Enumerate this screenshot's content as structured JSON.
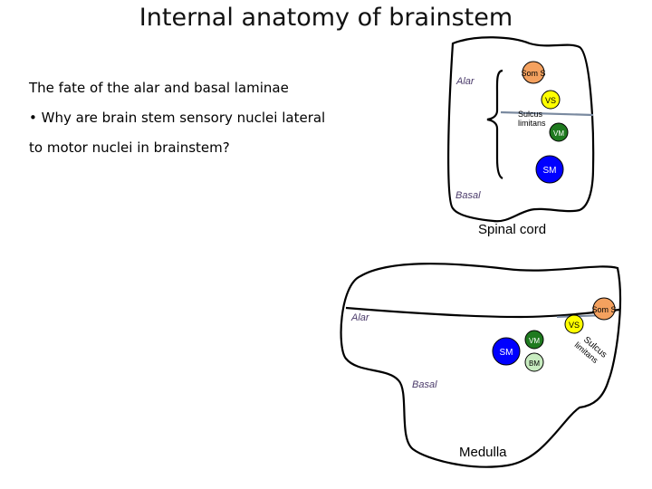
{
  "title": "Internal anatomy of brainstem",
  "subtitle": "The fate of the alar and basal laminae",
  "bullet": {
    "marker": "•",
    "text_line1": "Why are brain stem sensory nuclei lateral",
    "text_line2": "to motor nuclei in brainstem?"
  },
  "spinal_cord": {
    "caption": "Spinal cord",
    "alar_label": "Alar",
    "basal_label": "Basal",
    "sulcus_label_line1": "Sulcus",
    "sulcus_label_line2": "limitans",
    "nuclei": {
      "soms": "Som S",
      "vs": "VS",
      "vm": "VM",
      "sm": "SM"
    }
  },
  "medulla": {
    "caption": "Medulla",
    "alar_label": "Alar",
    "basal_label": "Basal",
    "sulcus_label_line1": "Sulcus",
    "sulcus_label_line2": "limitans",
    "nuclei": {
      "soms": "Som S",
      "vs": "VS",
      "vm": "VM",
      "sm": "SM",
      "bm": "BM"
    }
  },
  "colors": {
    "soms": "#f4a15f",
    "vs": "#ffff00",
    "vm": "#1f7a1f",
    "sm": "#0000ff",
    "bm": "#c8ecc0",
    "sulcus_line": "#7a8aa0",
    "outline": "#000000",
    "alar_basal_text": "#4a3a6a"
  }
}
